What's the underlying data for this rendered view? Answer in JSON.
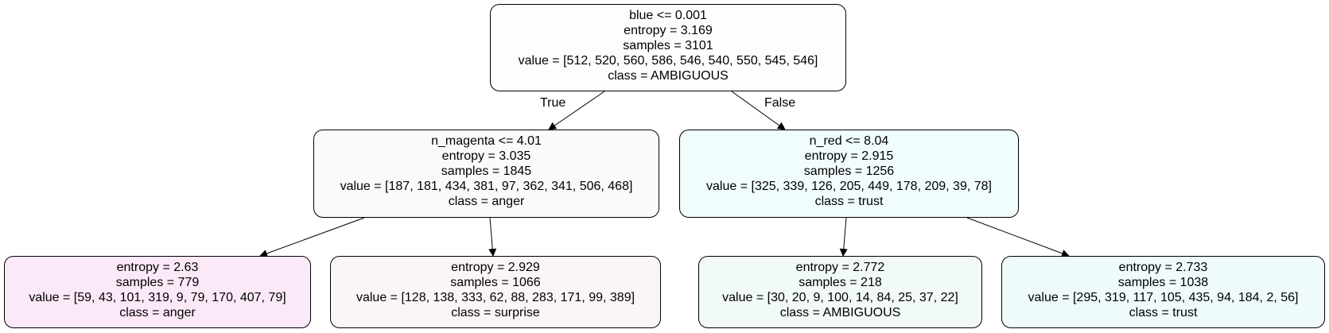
{
  "nodes": {
    "root": {
      "split": "blue <= 0.001",
      "entropy": "entropy = 3.169",
      "samples": "samples = 3101",
      "value": "value = [512, 520, 560, 586, 546, 540, 550, 545, 546]",
      "class": "class = AMBIGUOUS",
      "fill": "#fcfefd"
    },
    "left": {
      "split": "n_magenta <= 4.01",
      "entropy": "entropy = 3.035",
      "samples": "samples = 1845",
      "value": "value = [187, 181, 434, 381, 97, 362, 341, 506, 468]",
      "class": "class = anger",
      "fill": "#fcf9fd"
    },
    "right": {
      "split": "n_red <= 8.04",
      "entropy": "entropy = 2.915",
      "samples": "samples = 1256",
      "value": "value = [325, 339, 126, 205, 449, 178, 209, 39, 78]",
      "class": "class = trust",
      "fill": "#f1fcfc"
    },
    "ll": {
      "entropy": "entropy = 2.63",
      "samples": "samples = 779",
      "value": "value = [59, 43, 101, 319, 9, 79, 170, 407, 79]",
      "class": "class = anger",
      "fill": "#fbe9f8"
    },
    "lr": {
      "entropy": "entropy = 2.929",
      "samples": "samples = 1066",
      "value": "value = [128, 138, 333, 62, 88, 283, 171, 99, 389]",
      "class": "class = surprise",
      "fill": "#fbf5f7"
    },
    "rl": {
      "entropy": "entropy = 2.772",
      "samples": "samples = 218",
      "value": "value = [30, 20, 9, 100, 14, 84, 25, 37, 22]",
      "class": "class = AMBIGUOUS",
      "fill": "#f2faf5"
    },
    "rr": {
      "entropy": "entropy = 2.733",
      "samples": "samples = 1038",
      "value": "value = [295, 319, 117, 105, 435, 94, 184, 2, 56]",
      "class": "class = trust",
      "fill": "#eefafb"
    }
  },
  "edge_labels": {
    "true": "True",
    "false": "False"
  }
}
